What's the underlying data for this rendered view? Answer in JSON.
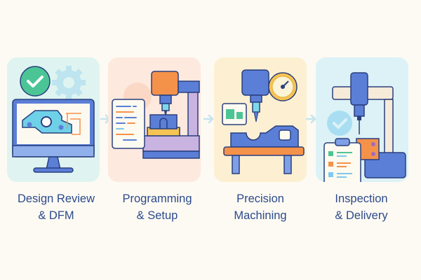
{
  "steps": [
    {
      "line1": "Design Review",
      "line2": "& DFM",
      "icon": "design-monitor-icon"
    },
    {
      "line1": "Programming",
      "line2": "& Setup",
      "icon": "cnc-program-icon"
    },
    {
      "line1": "Precision",
      "line2": "Machining",
      "icon": "machining-icon"
    },
    {
      "line1": "Inspection",
      "line2": "& Delivery",
      "icon": "inspection-icon"
    }
  ],
  "colors": {
    "text": "#2c4a8c",
    "outline": "#2b3f7e",
    "blue": "#5b7fd6",
    "orange": "#f5924a",
    "green": "#4cc596",
    "yellow": "#f6c453",
    "lavender": "#c9b3e0"
  }
}
